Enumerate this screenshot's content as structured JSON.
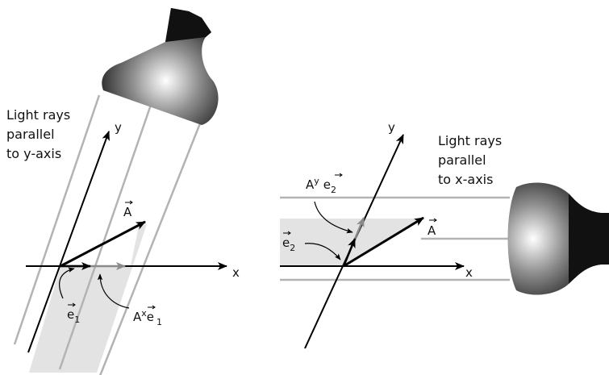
{
  "left_panel": {
    "caption_lines": [
      "Light rays",
      "parallel",
      "to y-axis"
    ],
    "axis_x": "x",
    "axis_y": "y",
    "vector_label": "A",
    "basis_label": "e",
    "basis_sub": "1",
    "component_label": "A",
    "component_sup": "x",
    "component_basis": "e",
    "component_sub": "1"
  },
  "right_panel": {
    "caption_lines": [
      "Light rays",
      "parallel",
      "to x-axis"
    ],
    "axis_x": "x",
    "axis_y": "y",
    "vector_label": "A",
    "basis_label": "e",
    "basis_sub": "2",
    "component_label": "A",
    "component_sup": "y",
    "component_basis": "e",
    "component_sub": "2"
  },
  "colors": {
    "ray_lines": "#b3b3b3",
    "shadow_fill": "#e3e3e3",
    "projection_arrow": "#8a8a8a",
    "ink": "#000000"
  }
}
